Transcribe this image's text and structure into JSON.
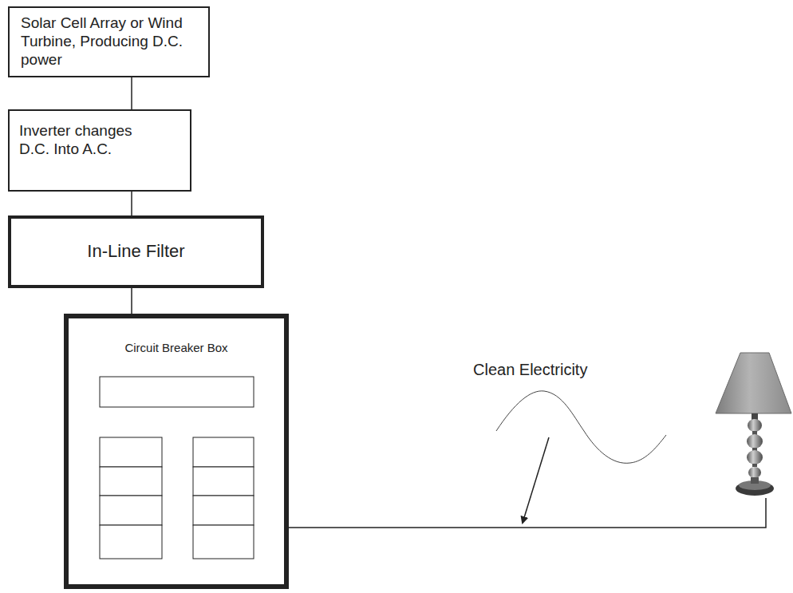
{
  "diagram": {
    "nodes": [
      {
        "text": [
          "Solar Cell Array or Wind Turbine, Producing D.C. power"
        ]
      },
      {
        "text": [
          "Inverter changes D.C. Into A.C."
        ]
      },
      {
        "text": [
          "In-Line Filter"
        ]
      },
      {
        "text": [
          "Circuit Breaker Box"
        ]
      }
    ],
    "edges": [
      {
        "from": 0,
        "to": 1,
        "arrow": "none"
      },
      {
        "from": 1,
        "to": 2,
        "arrow": "none"
      },
      {
        "from": 2,
        "to": 3,
        "arrow": "none"
      }
    ],
    "labels": [
      "Clean Electricity"
    ]
  }
}
